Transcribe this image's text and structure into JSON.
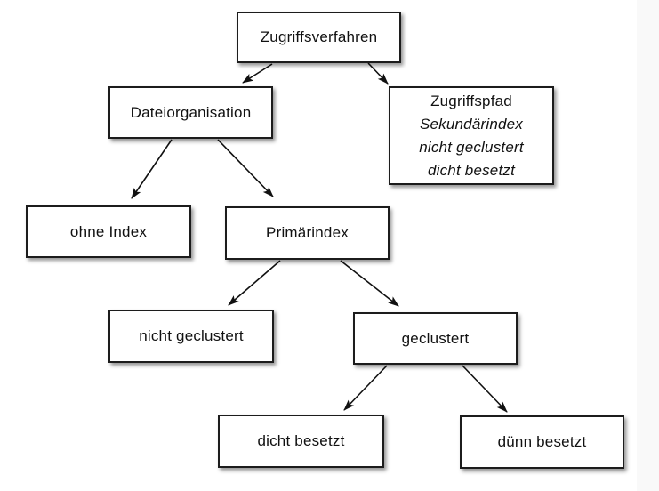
{
  "colors": {
    "background": "#ffffff",
    "right_strip": "#f9f9f9",
    "box_fill": "#ffffff",
    "box_border": "#1c1c1c",
    "text": "#111111",
    "arrow": "#111111"
  },
  "diagram": {
    "nodes": [
      {
        "id": "zugriffsverfahren",
        "label": "Zugriffsverfahren"
      },
      {
        "id": "dateiorganisation",
        "label": "Dateiorganisation"
      },
      {
        "id": "zugriffspfad",
        "lines": [
          "Zugriffspfad",
          "Sekundärindex",
          "nicht geclustert",
          "dicht besetzt"
        ]
      },
      {
        "id": "ohne-index",
        "label": "ohne Index"
      },
      {
        "id": "primaerindex",
        "label": "Primärindex"
      },
      {
        "id": "nicht-geclustert",
        "label": "nicht geclustert"
      },
      {
        "id": "geclustert",
        "label": "geclustert"
      },
      {
        "id": "dicht-besetzt",
        "label": "dicht besetzt"
      },
      {
        "id": "duenn-besetzt",
        "label": "dünn besetzt"
      }
    ],
    "edges": [
      {
        "from": "Zugriffsverfahren",
        "to": "Dateiorganisation"
      },
      {
        "from": "Zugriffsverfahren",
        "to": "Zugriffspfad"
      },
      {
        "from": "Dateiorganisation",
        "to": "ohne Index"
      },
      {
        "from": "Dateiorganisation",
        "to": "Primärindex"
      },
      {
        "from": "Primärindex",
        "to": "nicht geclustert"
      },
      {
        "from": "Primärindex",
        "to": "geclustert"
      },
      {
        "from": "geclustert",
        "to": "dicht besetzt"
      },
      {
        "from": "geclustert",
        "to": "dünn besetzt"
      }
    ]
  }
}
